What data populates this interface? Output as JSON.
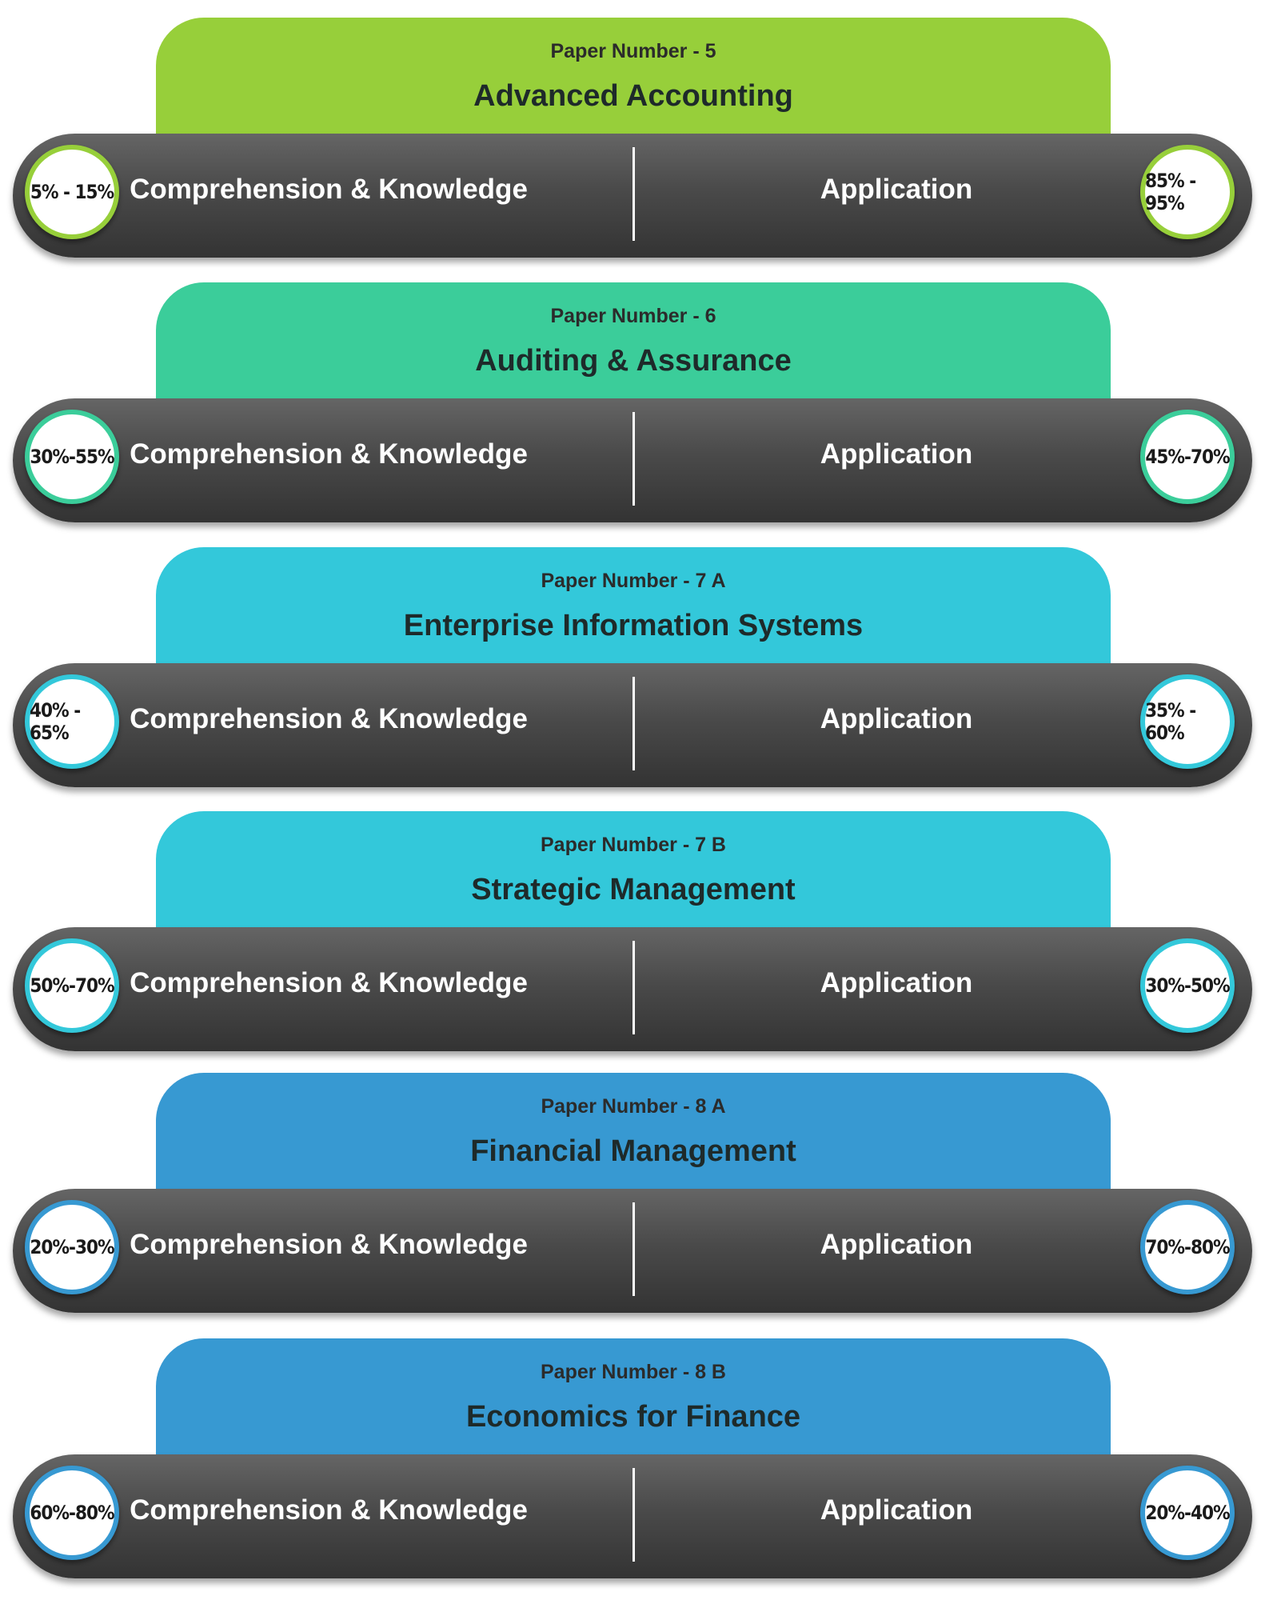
{
  "colors": {
    "paper5": "#97cf3a",
    "paper6": "#3bcd9a",
    "paper7a": "#33c8da",
    "paper7b": "#33c8da",
    "paper8a": "#3799d2",
    "paper8b": "#3799d2"
  },
  "papers": [
    {
      "number": "Paper Number - 5",
      "title": "Advanced Accounting",
      "left_label": "Comprehension & Knowledge",
      "left_range": "5% - 15%",
      "right_label": "Application",
      "right_range": "85% - 95%",
      "color_key": "paper5"
    },
    {
      "number": "Paper Number - 6",
      "title": "Auditing & Assurance",
      "left_label": "Comprehension & Knowledge",
      "left_range": "30%-55%",
      "right_label": "Application",
      "right_range": "45%-70%",
      "color_key": "paper6"
    },
    {
      "number": "Paper Number - 7 A",
      "title": "Enterprise Information Systems",
      "left_label": "Comprehension & Knowledge",
      "left_range": "40% - 65%",
      "right_label": "Application",
      "right_range": "35% - 60%",
      "color_key": "paper7a"
    },
    {
      "number": "Paper Number - 7 B",
      "title": "Strategic Management",
      "left_label": "Comprehension & Knowledge",
      "left_range": "50%-70%",
      "right_label": "Application",
      "right_range": "30%-50%",
      "color_key": "paper7b"
    },
    {
      "number": "Paper Number - 8 A",
      "title": "Financial Management",
      "left_label": "Comprehension & Knowledge",
      "left_range": "20%-30%",
      "right_label": "Application",
      "right_range": "70%-80%",
      "color_key": "paper8a"
    },
    {
      "number": "Paper Number - 8 B",
      "title": "Economics for Finance",
      "left_label": "Comprehension & Knowledge",
      "left_range": "60%-80%",
      "right_label": "Application",
      "right_range": "20%-40%",
      "color_key": "paper8b"
    }
  ]
}
